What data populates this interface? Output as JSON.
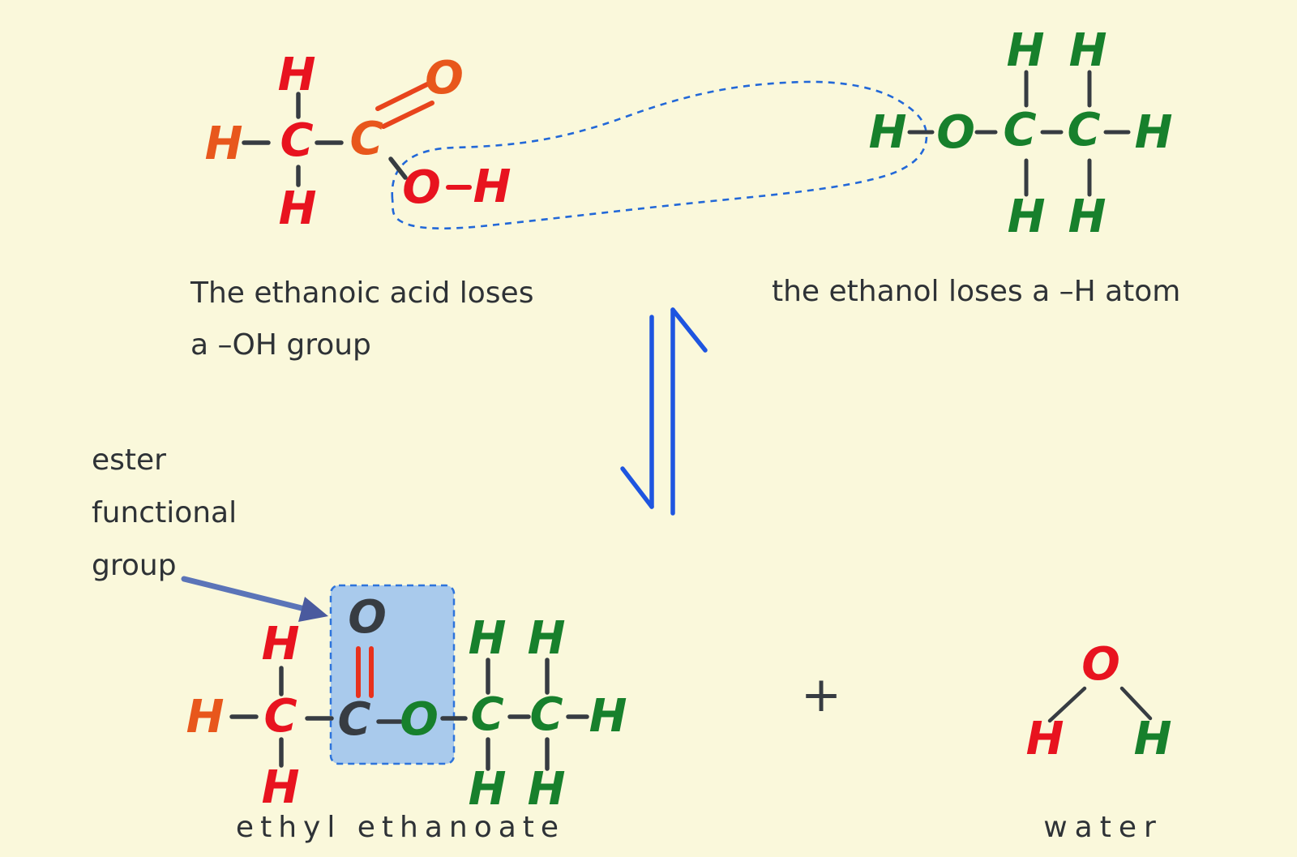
{
  "palette": {
    "background": "#FAF8DB",
    "acid_red": "#E8131F",
    "acid_orange": "#E8571C",
    "ethanol_green": "#17802C",
    "bond_dark": "#373C42",
    "dashed_loop_blue": "#2268D8",
    "equilibrium_blue": "#1E55E0",
    "pointer_arrow_blue": "#5B74B8",
    "ester_box_fill": "#A9CAEC",
    "ester_box_border": "#2E74DB",
    "caption_dark": "#2E3236"
  },
  "captions": {
    "acid_note_line1": "The ethanoic acid loses",
    "acid_note_line2": "a –OH group",
    "ethanol_note": "the ethanol loses a –H atom",
    "ester_note_line1": "ester",
    "ester_note_line2": "functional",
    "ester_note_line3": "group",
    "plus_sign": "+"
  },
  "molecules": {
    "ethanoic_acid": {
      "atoms": [
        {
          "symbol": "H",
          "color": "orange",
          "position": "left-of-C1"
        },
        {
          "symbol": "H",
          "color": "red",
          "position": "above-C1"
        },
        {
          "symbol": "C",
          "color": "red",
          "position": "C1"
        },
        {
          "symbol": "C",
          "color": "orange",
          "position": "C2-carbonyl"
        },
        {
          "symbol": "O",
          "color": "orange",
          "position": "carbonyl-O"
        },
        {
          "symbol": "H",
          "color": "red",
          "position": "below-C1"
        },
        {
          "symbol": "O",
          "color": "red",
          "position": "hydroxyl-O"
        },
        {
          "symbol": "H",
          "color": "red",
          "position": "hydroxyl-H"
        }
      ]
    },
    "ethanol": {
      "atoms": [
        {
          "symbol": "H",
          "color": "green",
          "position": "hydroxyl-H"
        },
        {
          "symbol": "O",
          "color": "green",
          "position": "O"
        },
        {
          "symbol": "C",
          "color": "green",
          "position": "C1"
        },
        {
          "symbol": "C",
          "color": "green",
          "position": "C2"
        },
        {
          "symbol": "H",
          "color": "green",
          "position": "right-of-C2"
        },
        {
          "symbol": "H",
          "color": "green",
          "position": "above-C1"
        },
        {
          "symbol": "H",
          "color": "green",
          "position": "above-C2"
        },
        {
          "symbol": "H",
          "color": "green",
          "position": "below-C1"
        },
        {
          "symbol": "H",
          "color": "green",
          "position": "below-C2"
        }
      ]
    },
    "ethyl_ethanoate": {
      "label": "ethyl ethanoate",
      "atoms": [
        {
          "symbol": "H",
          "color": "orange",
          "position": "left-of-C1"
        },
        {
          "symbol": "H",
          "color": "red",
          "position": "above-C1"
        },
        {
          "symbol": "C",
          "color": "red",
          "position": "C1"
        },
        {
          "symbol": "H",
          "color": "red",
          "position": "below-C1"
        },
        {
          "symbol": "O",
          "color": "dark",
          "position": "carbonyl-O"
        },
        {
          "symbol": "C",
          "color": "dark",
          "position": "C2-carbonyl"
        },
        {
          "symbol": "O",
          "color": "green",
          "position": "ester-O"
        },
        {
          "symbol": "C",
          "color": "green",
          "position": "C3"
        },
        {
          "symbol": "C",
          "color": "green",
          "position": "C4"
        },
        {
          "symbol": "H",
          "color": "green",
          "position": "right-of-C4"
        },
        {
          "symbol": "H",
          "color": "green",
          "position": "above-C3"
        },
        {
          "symbol": "H",
          "color": "green",
          "position": "above-C4"
        },
        {
          "symbol": "H",
          "color": "green",
          "position": "below-C3"
        },
        {
          "symbol": "H",
          "color": "green",
          "position": "below-C4"
        }
      ]
    },
    "water": {
      "label": "water",
      "atoms": [
        {
          "symbol": "O",
          "color": "red",
          "position": "O"
        },
        {
          "symbol": "H",
          "color": "red",
          "position": "left-H"
        },
        {
          "symbol": "H",
          "color": "green",
          "position": "right-H"
        }
      ]
    }
  }
}
